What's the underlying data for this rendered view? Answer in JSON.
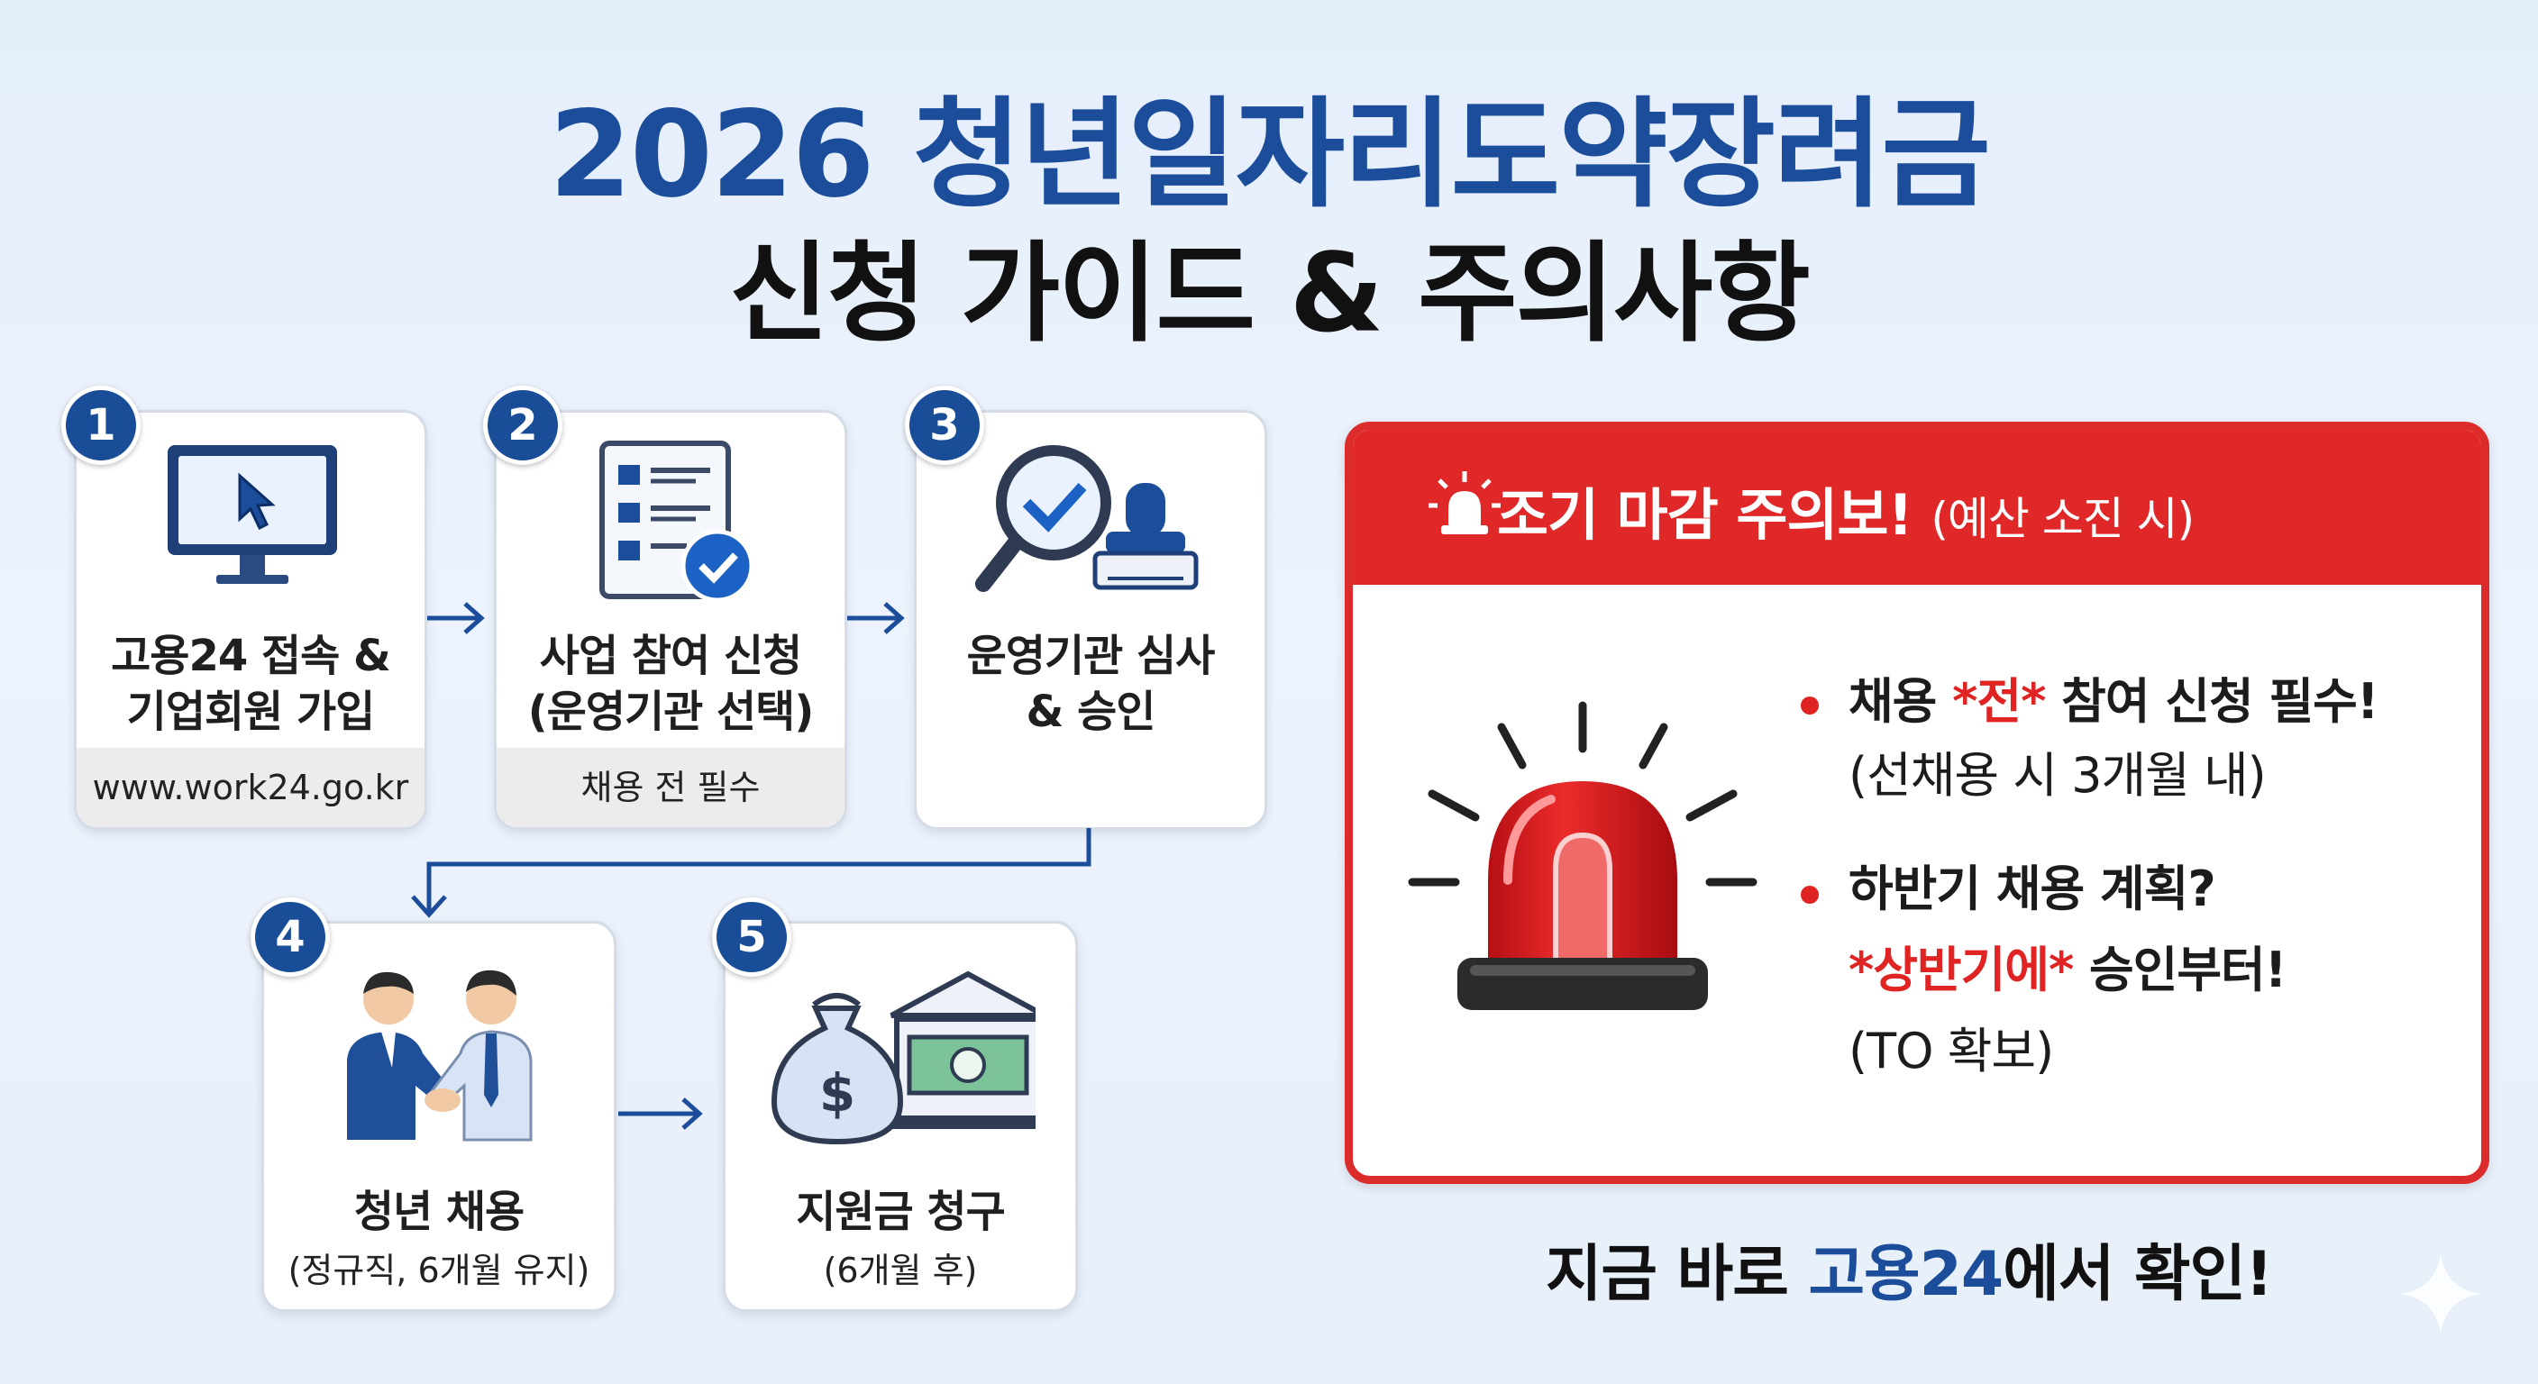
{
  "title": {
    "line1": "2026 청년일자리도약장려금",
    "line2": "신청 가이드 & 주의사항"
  },
  "steps": [
    {
      "number": "1",
      "title_line1": "고용24 접속 &",
      "title_line2": "기업회원 가입",
      "footer": "www.work24.go.kr",
      "icon": "computer-monitor-icon"
    },
    {
      "number": "2",
      "title_line1": "사업 참여 신청",
      "title_line2": "(운영기관 선택)",
      "footer": "채용 전 필수",
      "icon": "application-form-icon"
    },
    {
      "number": "3",
      "title_line1": "운영기관 심사",
      "title_line2": "& 승인",
      "icon": "review-stamp-icon"
    },
    {
      "number": "4",
      "title": "청년 채용",
      "subtitle": "(정규직, 6개월 유지)",
      "icon": "handshake-icon"
    },
    {
      "number": "5",
      "title": "지원금 청구",
      "subtitle": "(6개월 후)",
      "icon": "money-bank-icon"
    }
  ],
  "alert": {
    "title": "조기 마감 주의보!",
    "title_suffix": "(예산 소진 시)",
    "point1": {
      "prefix": "채용 ",
      "highlight": "*전*",
      "suffix": " 참여 신청 필수!",
      "note": "(선채용 시 3개월 내)"
    },
    "point2": {
      "line1": "하반기 채용 계획?",
      "highlight": "*상반기에*",
      "suffix": " 승인부터!",
      "note": "(TO 확보)"
    }
  },
  "cta": {
    "prefix": "지금 바로 ",
    "highlight": "고용24",
    "suffix": "에서 확인!"
  },
  "colors": {
    "brand_blue": "#1b4d9b",
    "alert_red": "#e02828",
    "badge_blue": "#1a4d98"
  }
}
